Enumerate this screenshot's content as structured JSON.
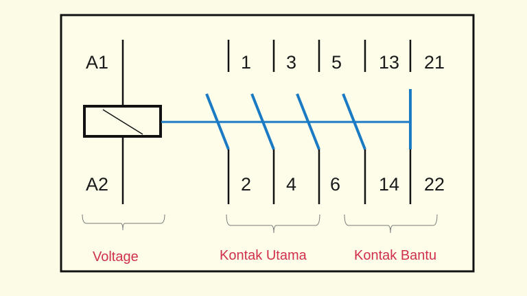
{
  "colors": {
    "background": "#fbfbe6",
    "frame": "#111111",
    "mechanical_link": "#1a7bc4",
    "group_label": "#d0304a"
  },
  "coil": {
    "top_terminal": "A1",
    "bottom_terminal": "A2"
  },
  "contacts": [
    {
      "top": "1",
      "bottom": "2",
      "type": "normally-open"
    },
    {
      "top": "3",
      "bottom": "4",
      "type": "normally-open"
    },
    {
      "top": "5",
      "bottom": "6",
      "type": "normally-open"
    },
    {
      "top": "13",
      "bottom": "14",
      "type": "normally-open"
    },
    {
      "top": "21",
      "bottom": "22",
      "type": "normally-closed"
    }
  ],
  "groups": {
    "voltage": "Voltage",
    "main": "Kontak Utama",
    "aux": "Kontak Bantu"
  }
}
